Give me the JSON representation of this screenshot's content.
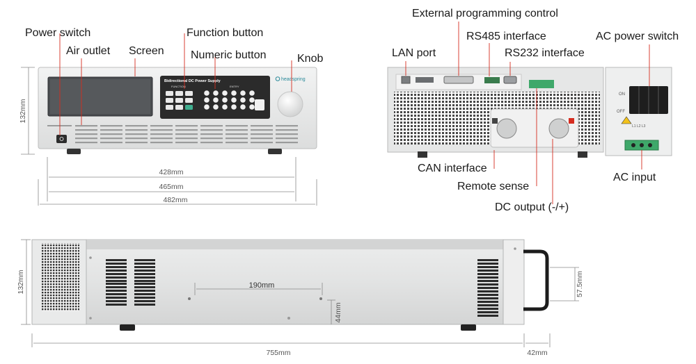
{
  "labels": {
    "power_switch": "Power switch",
    "air_outlet": "Air outlet",
    "screen": "Screen",
    "function_button": "Function button",
    "numeric_button": "Numeric button",
    "knob": "Knob",
    "external_programming": "External programming control",
    "lan_port": "LAN port",
    "rs485": "RS485 interface",
    "rs232": "RS232 interface",
    "ac_power_switch": "AC power switch",
    "can_interface": "CAN interface",
    "remote_sense": "Remote sense",
    "dc_output": "DC output (-/+)",
    "ac_input": "AC input"
  },
  "front_panel": {
    "title": "Bidirectional DC Power Supply",
    "function_label": "FUNCTION",
    "entry_label": "ENTRY",
    "brand": "headspring"
  },
  "rear_panel": {
    "switch_on": "ON",
    "switch_off": "OFF",
    "phases": "L1  L2  L3"
  },
  "dimensions": {
    "front_height": "132mm",
    "front_width_inner": "428mm",
    "front_width_mid": "465mm",
    "front_width_outer": "482mm",
    "side_height": "132mm",
    "side_depth": "755mm",
    "handle_depth": "42mm",
    "mount_spacing": "190mm",
    "mount_height": "44mm",
    "handle_height": "57.5mm"
  },
  "colors": {
    "chassis": "#e9eaea",
    "panel_dark": "#2b2b2b",
    "screen": "#4a4d50",
    "terminal_green": "#3fa86a",
    "accent_red": "#d62d20",
    "dimension_line": "#8a8a8a"
  }
}
